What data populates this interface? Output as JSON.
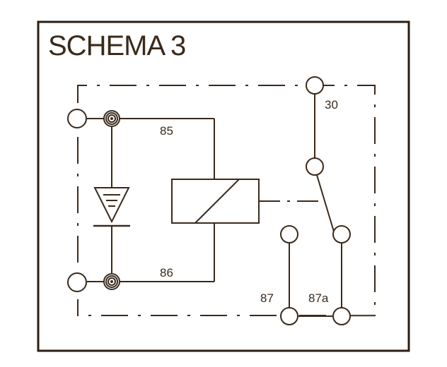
{
  "title": "SCHEMA 3",
  "colors": {
    "ink": "#3a2a1c",
    "border": "#2b1d12",
    "background": "#ffffff"
  },
  "pins": {
    "p85": "85",
    "p86": "86",
    "p30": "30",
    "p87": "87",
    "p87a": "87a"
  }
}
